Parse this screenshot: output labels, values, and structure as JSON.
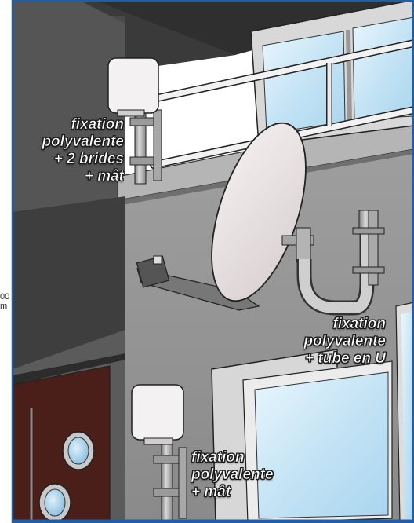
{
  "labels": {
    "top": {
      "line1": "fixation",
      "line2": "polyvalente",
      "line3": "+ 2 brides",
      "line4": "+ mât"
    },
    "right": {
      "line1": "fixation",
      "line2": "polyvalente",
      "line3": "+ tube en U"
    },
    "bottom": {
      "line1": "fixation",
      "line2": "polyvalente",
      "line3": "+ mât"
    }
  },
  "dimension_fragment": {
    "line1": "00",
    "line2": "m"
  },
  "colors": {
    "border": "#1f5fa8",
    "wall_dark": "#3c3c3c",
    "wall_mid": "#8d8d8d",
    "wall_light": "#b7b7b7",
    "glass": "#cfe8f6",
    "door": "#4a1f1a"
  }
}
